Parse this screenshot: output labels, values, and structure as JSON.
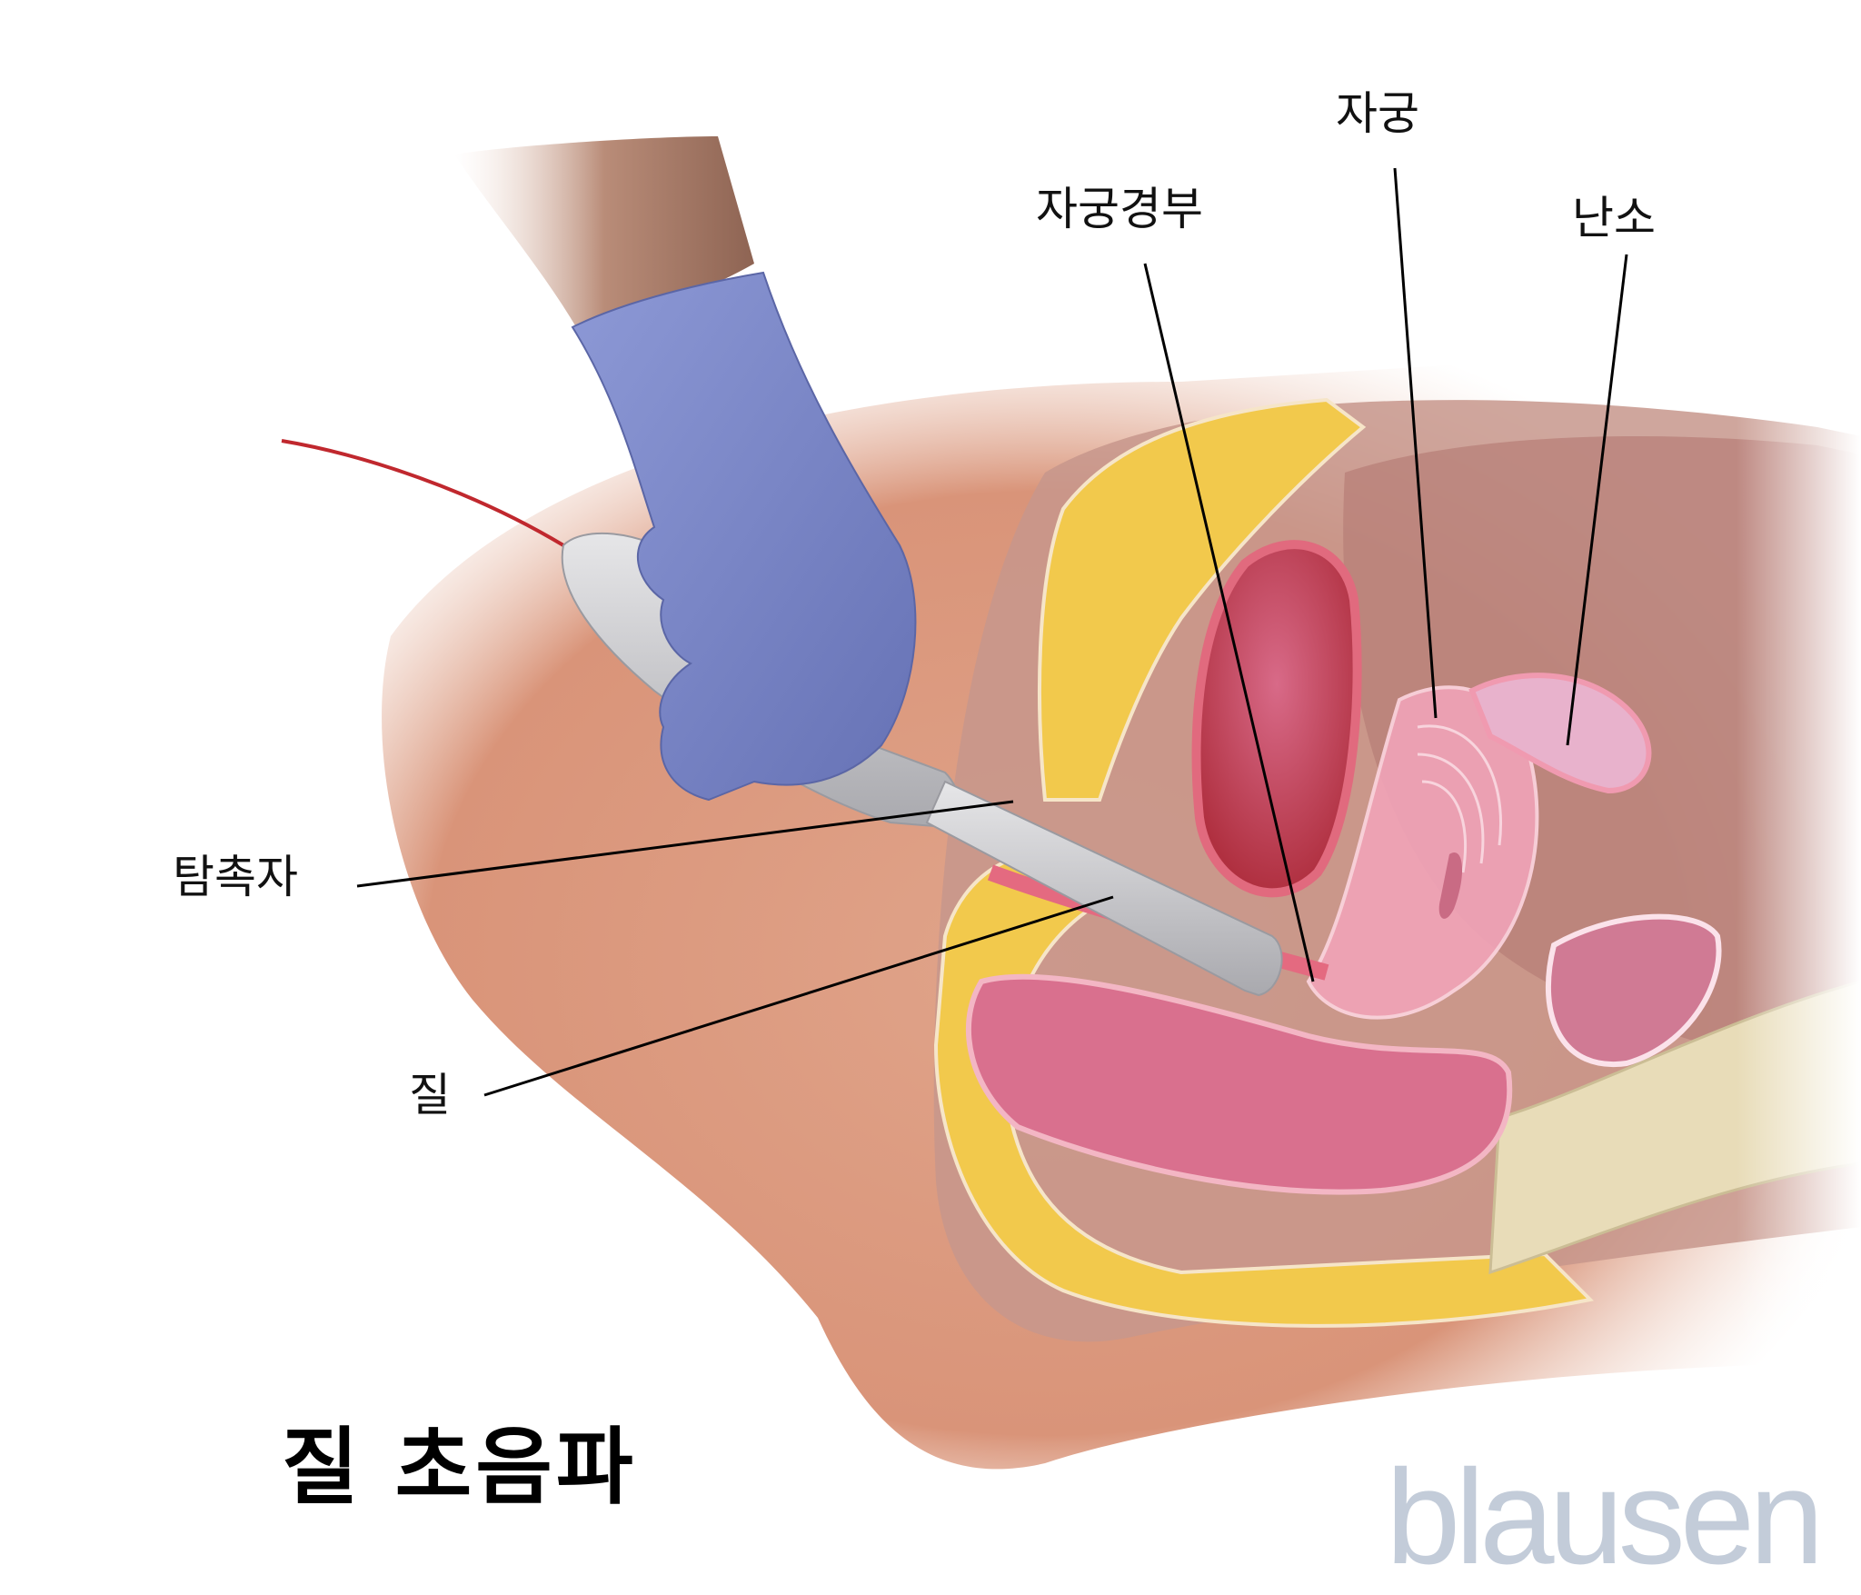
{
  "title": "질 초음파",
  "logo": "blausen",
  "labels": {
    "uterus": "자궁",
    "cervix": "자궁경부",
    "ovary": "난소",
    "probe": "탐촉자",
    "vagina": "질"
  },
  "colors": {
    "skin": "#d9957a",
    "fat": "#f2c94c",
    "tissue_pink": "#e88aa0",
    "bladder": "#c8405a",
    "glove": "#7f8cc8",
    "probe": "#c9c9cc",
    "logo": "#c3ccd9"
  }
}
